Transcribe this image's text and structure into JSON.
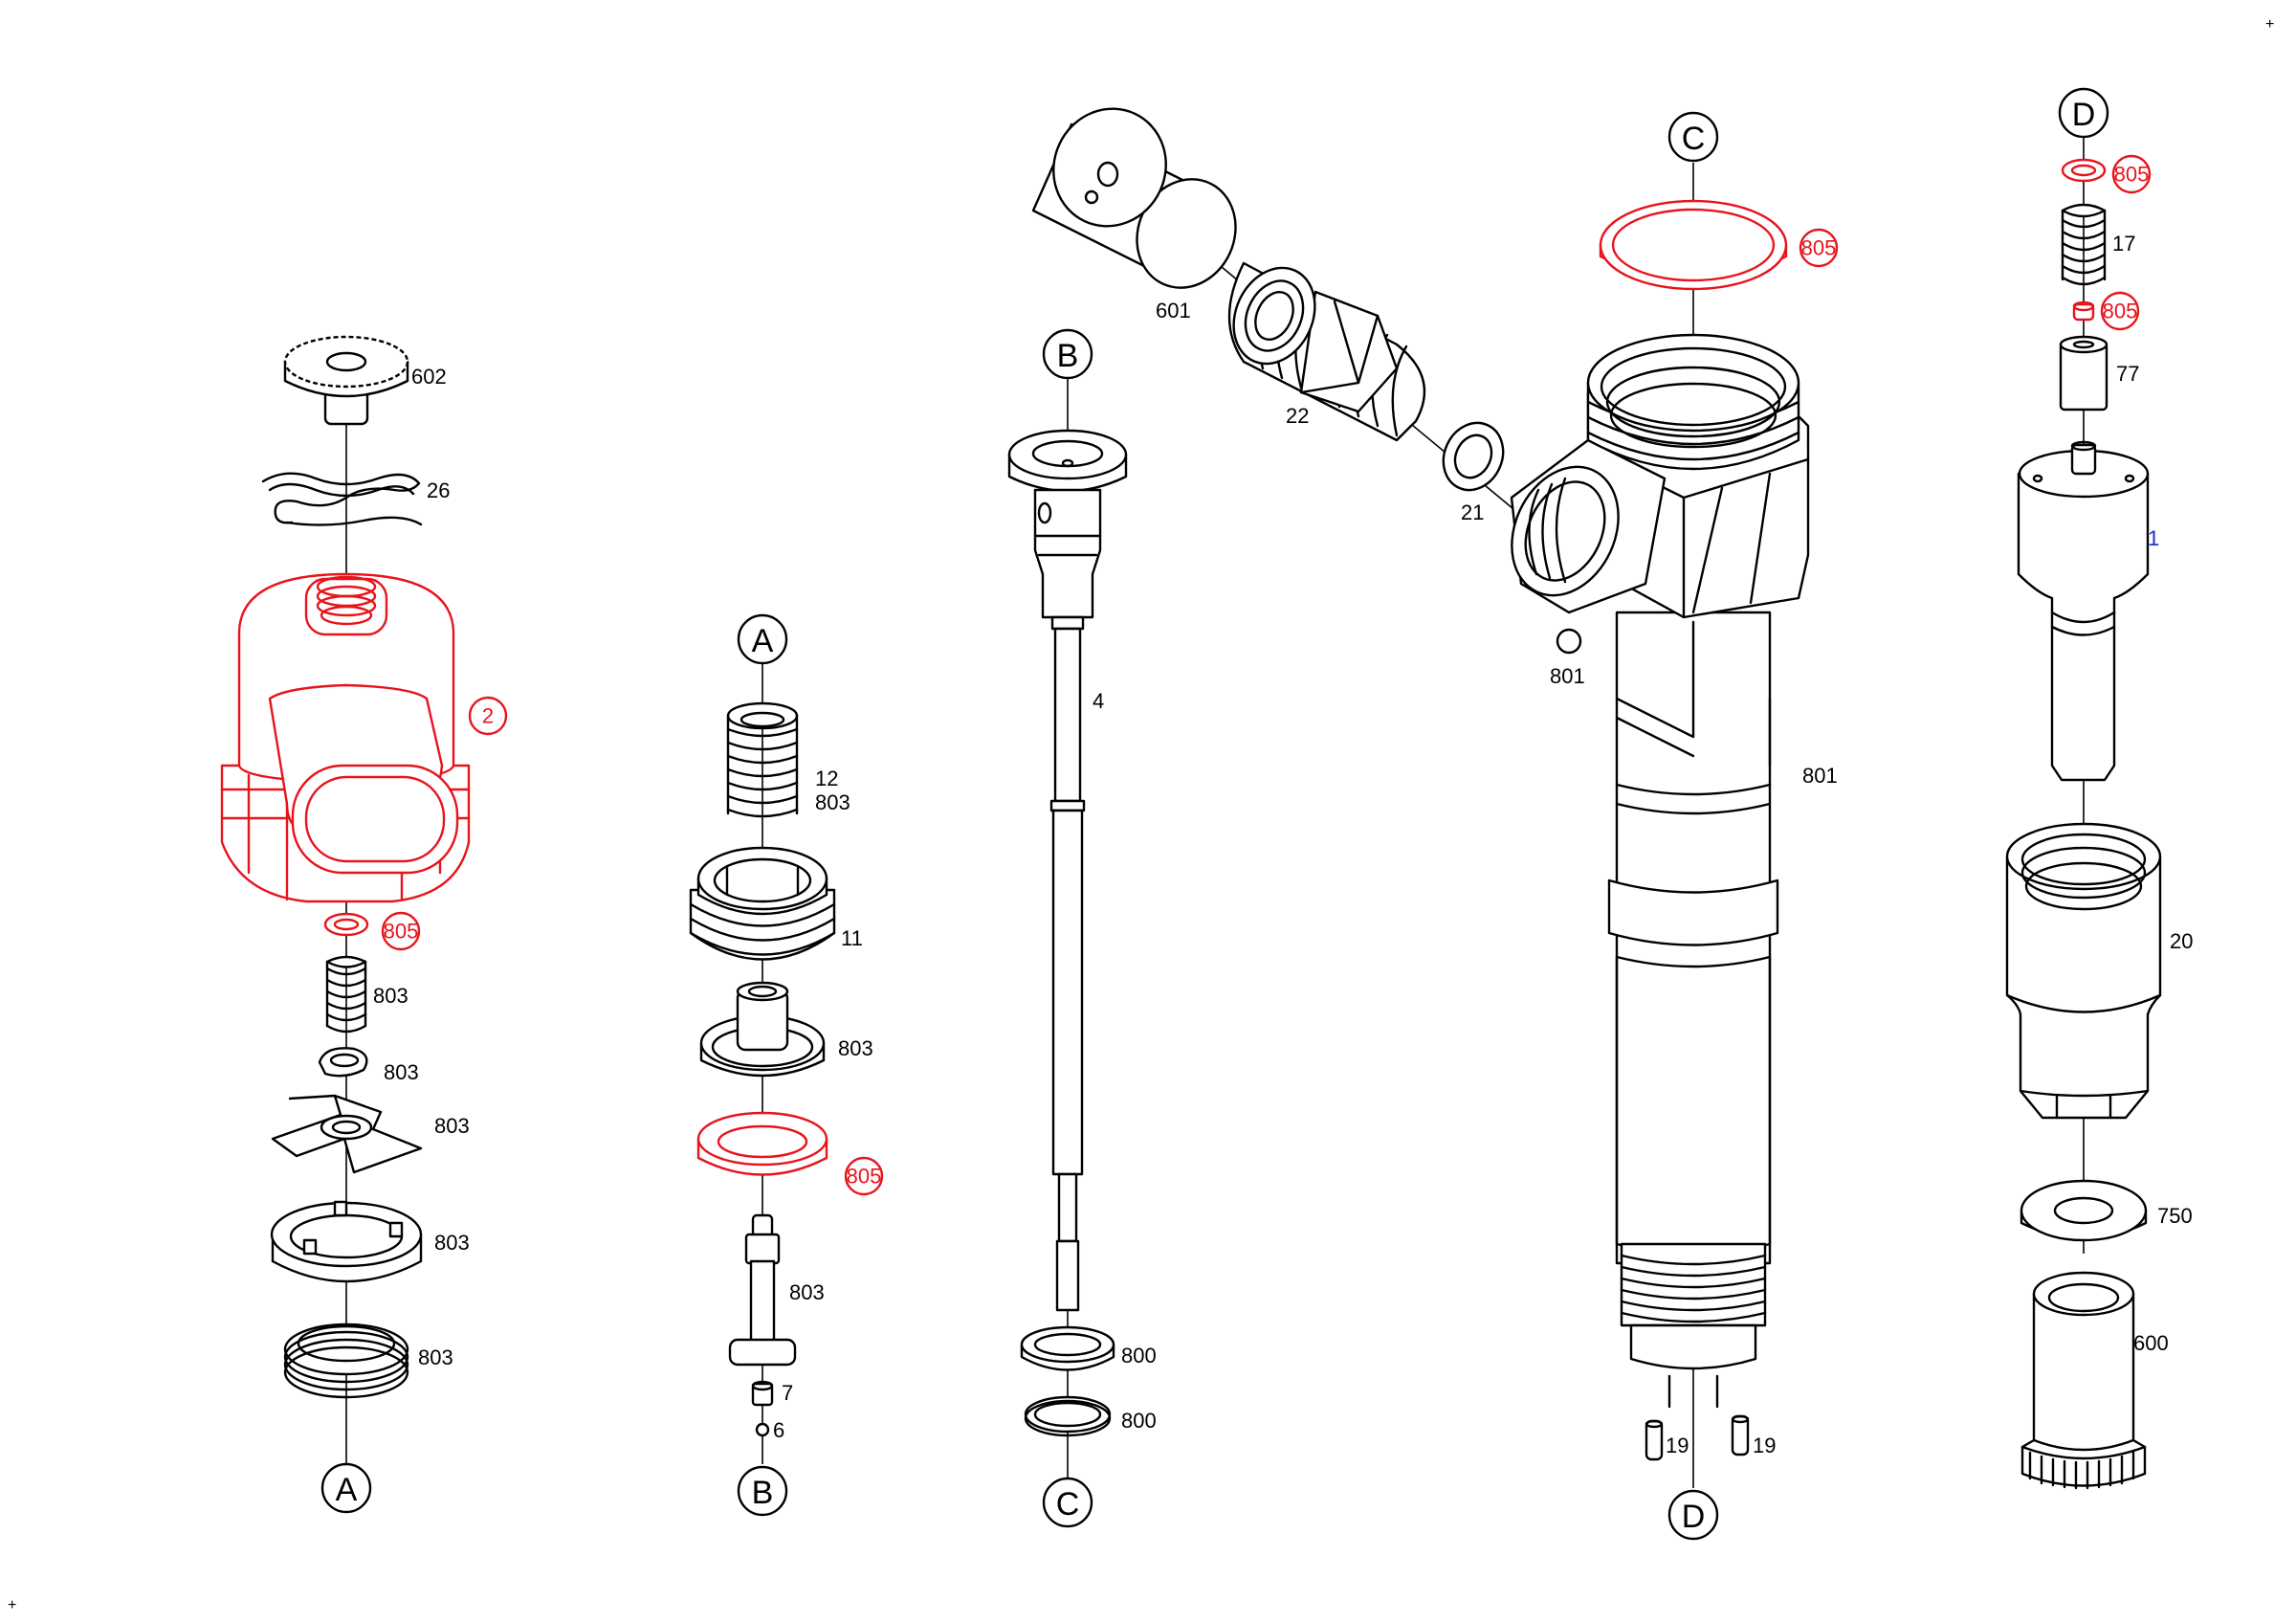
{
  "colors": {
    "ink": "#000000",
    "highlight": "#e8141c",
    "reference": "#1a2bd1",
    "background": "#ffffff"
  },
  "connectors": {
    "a": "A",
    "b": "B",
    "c": "C",
    "d": "D"
  },
  "marks": {
    "top_right": "+",
    "bottom_left": "+"
  },
  "labels": {
    "p602": "602",
    "p26": "26",
    "p2": "2",
    "p805_a": "805",
    "p805_b": "805",
    "p805_c": "805",
    "p805_d": "805",
    "p805_e": "805",
    "p803_a": "803",
    "p803_b": "803",
    "p803_c": "803",
    "p803_d": "803",
    "p803_e": "803",
    "p12": "12",
    "p803_f": "803",
    "p11": "11",
    "p803_g": "803",
    "p803_h": "803",
    "p7": "7",
    "p6": "6",
    "p4": "4",
    "p800_a": "800",
    "p800_b": "800",
    "p601": "601",
    "p22": "22",
    "p21": "21",
    "p801_a": "801",
    "p801_b": "801",
    "p19_a": "19",
    "p19_b": "19",
    "p17": "17",
    "p77": "77",
    "p1": "1",
    "p20": "20",
    "p750": "750",
    "p600": "600"
  }
}
